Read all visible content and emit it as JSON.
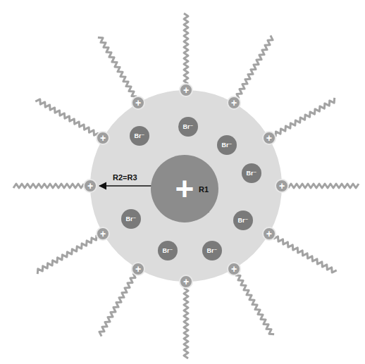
{
  "diagram": {
    "nodes": [
      {
        "text": [
          "+"
        ]
      },
      {
        "text": [
          "Br⁻"
        ]
      },
      {
        "text": [
          "Br⁻"
        ]
      },
      {
        "text": [
          "Br⁻"
        ]
      },
      {
        "text": [
          "Br⁻"
        ]
      },
      {
        "text": [
          "Br⁻"
        ]
      },
      {
        "text": [
          "Br⁻"
        ]
      },
      {
        "text": [
          "Br⁻"
        ]
      },
      {
        "text": [
          "Br⁻"
        ]
      },
      {
        "text": [
          "+"
        ]
      },
      {
        "text": [
          "+"
        ]
      },
      {
        "text": [
          "+"
        ]
      },
      {
        "text": [
          "+"
        ]
      },
      {
        "text": [
          "+"
        ]
      },
      {
        "text": [
          "+"
        ]
      },
      {
        "text": [
          "+"
        ]
      },
      {
        "text": [
          "+"
        ]
      },
      {
        "text": [
          "+"
        ]
      },
      {
        "text": [
          "+"
        ]
      },
      {
        "text": [
          "+"
        ]
      },
      {
        "text": [
          "+"
        ]
      }
    ],
    "labels": [
      "R2=R3",
      "R1"
    ]
  }
}
